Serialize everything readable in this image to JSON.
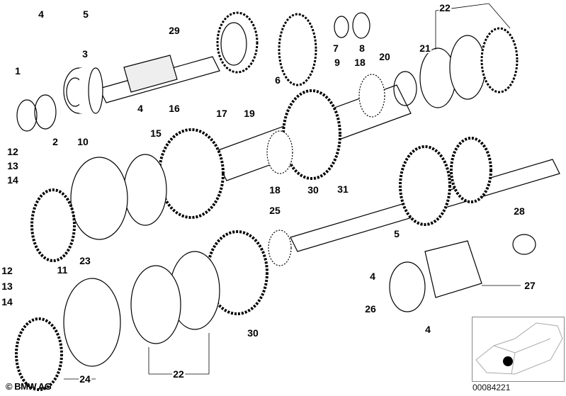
{
  "diagram": {
    "labels": [
      "4",
      "5",
      "29",
      "3",
      "1",
      "2",
      "4",
      "16",
      "17",
      "19",
      "15",
      "10",
      "12",
      "13",
      "14",
      "11",
      "6",
      "9",
      "7",
      "8",
      "18",
      "20",
      "21",
      "22",
      "18",
      "30",
      "31",
      "25",
      "28",
      "5",
      "4",
      "27",
      "26",
      "4",
      "23",
      "12",
      "13",
      "14",
      "30",
      "22",
      "24"
    ],
    "copyright": "© BMW AG",
    "inset": {
      "reference_number": "00084221",
      "highlight_color": "#000000"
    }
  }
}
